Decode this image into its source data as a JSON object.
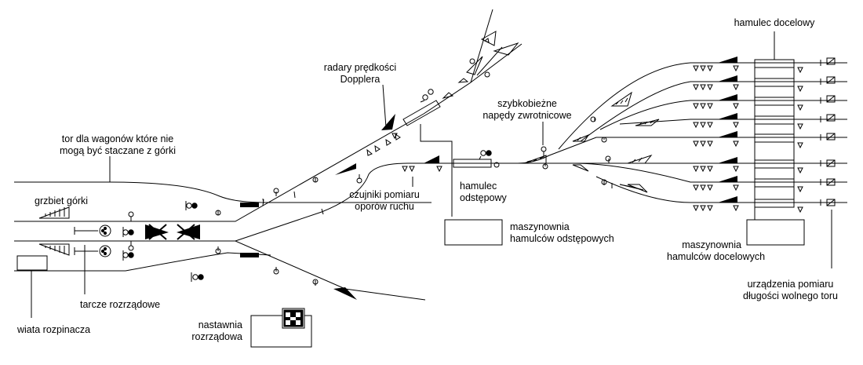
{
  "labels": {
    "radar": [
      "radary prędkości",
      "Dopplera"
    ],
    "tor_stacz": [
      "tor dla wagonów które nie",
      "mogą być staczane z górki"
    ],
    "grzbiet": "grzbiet górki",
    "tarcze": "tarcze rozrządowe",
    "wiata": "wiata rozpinacza",
    "nastawnia": [
      "nastawnia",
      "rozrządowa"
    ],
    "czujniki": [
      "czujniki pomiaru",
      "oporów ruchu"
    ],
    "hamulec_odst": [
      "hamulec",
      "odstępowy"
    ],
    "maszynownia_odst": [
      "maszynownia",
      "hamulców odstępowych"
    ],
    "szybkobiezne": [
      "szybkobieżne",
      "napędy zwrotnicowe"
    ],
    "hamulec_doc": "hamulec docelowy",
    "maszynownia_doc": [
      "maszynownia",
      "hamulców docelowych"
    ],
    "urzadzenia": [
      "urządzenia pomiaru",
      "długości wolnego toru"
    ]
  }
}
